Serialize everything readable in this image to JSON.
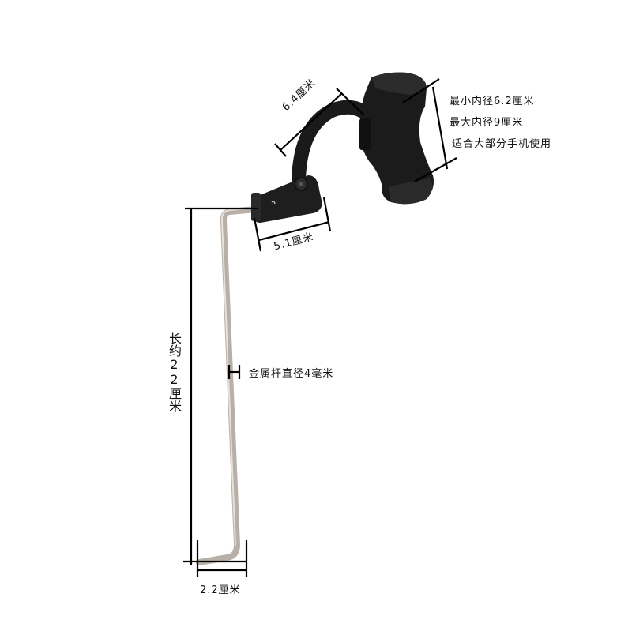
{
  "product": {
    "name": "phone holder with gooseneck clamp and bent metal rod",
    "colors": {
      "clamp": "#1c1c1c",
      "rod": "#b8b0a6",
      "dimension_line": "#000000",
      "background": "#ffffff"
    }
  },
  "annotations": {
    "clamp_min": "最小内径6.2厘米",
    "clamp_max": "最大内径9厘米",
    "clamp_fit": "适合大部分手机使用",
    "arm_length": "6.4厘米",
    "joint_length": "5.1厘米",
    "rod_length": "长约22厘米",
    "rod_diameter": "金属杆直径4毫米",
    "foot_length": "2.2厘米"
  }
}
